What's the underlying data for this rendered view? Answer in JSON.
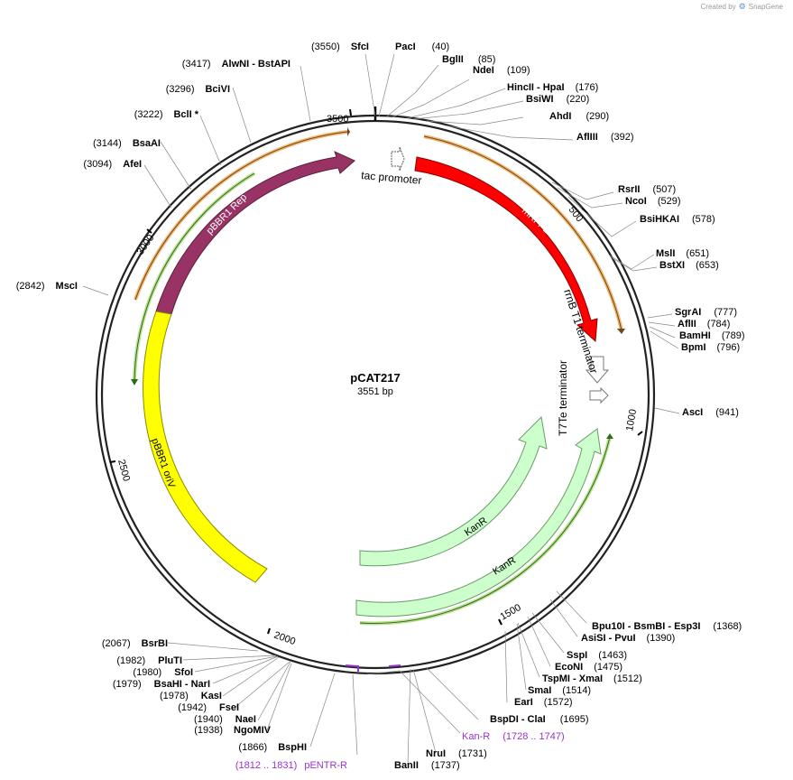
{
  "credit": {
    "prefix": "Created by",
    "brand": "SnapGene"
  },
  "plasmid": {
    "name": "pCAT217",
    "size": "3551 bp"
  },
  "ticks": [
    "500",
    "1000",
    "1500",
    "2000",
    "2500",
    "3000",
    "3500"
  ],
  "features": [
    {
      "name": "tac promoter",
      "color": "#ffffff",
      "type": "promoter"
    },
    {
      "name": "mRFP1",
      "color": "#ff0000",
      "type": "cds"
    },
    {
      "name": "rrnB T1 terminator",
      "color": "#ffffff",
      "type": "terminator"
    },
    {
      "name": "T7Te terminator",
      "color": "#ffffff",
      "type": "terminator"
    },
    {
      "name": "KanR",
      "color": "#ccffcc",
      "type": "cds"
    },
    {
      "name": "KanR",
      "color": "#ccffcc",
      "type": "cds"
    },
    {
      "name": "pBBR1 oriV",
      "color": "#ffff00",
      "type": "rep_origin"
    },
    {
      "name": "pBBR1 Rep",
      "color": "#993366",
      "type": "cds"
    }
  ],
  "sites": [
    {
      "name": "PacI",
      "pos": "(40)"
    },
    {
      "name": "BglII",
      "pos": "(85)"
    },
    {
      "name": "NdeI",
      "pos": "(109)"
    },
    {
      "name": "HincII - HpaI",
      "pos": "(176)"
    },
    {
      "name": "BsiWI",
      "pos": "(220)"
    },
    {
      "name": "AhdI",
      "pos": "(290)"
    },
    {
      "name": "AflIII",
      "pos": "(392)"
    },
    {
      "name": "RsrII",
      "pos": "(507)"
    },
    {
      "name": "NcoI",
      "pos": "(529)"
    },
    {
      "name": "BsiHKAI",
      "pos": "(578)"
    },
    {
      "name": "MslI",
      "pos": "(651)"
    },
    {
      "name": "BstXI",
      "pos": "(653)"
    },
    {
      "name": "SgrAI",
      "pos": "(777)"
    },
    {
      "name": "AflII",
      "pos": "(784)"
    },
    {
      "name": "BamHI",
      "pos": "(789)"
    },
    {
      "name": "BpmI",
      "pos": "(796)"
    },
    {
      "name": "AscI",
      "pos": "(941)"
    },
    {
      "name": "Bpu10I - BsmBI - Esp3I",
      "pos": "(1368)"
    },
    {
      "name": "AsiSI - PvuI",
      "pos": "(1390)"
    },
    {
      "name": "SspI",
      "pos": "(1463)"
    },
    {
      "name": "EcoNI",
      "pos": "(1475)"
    },
    {
      "name": "TspMI - XmaI",
      "pos": "(1512)"
    },
    {
      "name": "SmaI",
      "pos": "(1514)"
    },
    {
      "name": "EarI",
      "pos": "(1572)"
    },
    {
      "name": "BspDI - ClaI",
      "pos": "(1695)"
    },
    {
      "name": "NruI",
      "pos": "(1731)"
    },
    {
      "name": "BanII",
      "pos": "(1737)"
    },
    {
      "name": "BspHI",
      "pos": "(1866)"
    },
    {
      "name": "NgoMIV",
      "pos": "(1938)"
    },
    {
      "name": "NaeI",
      "pos": "(1940)"
    },
    {
      "name": "FseI",
      "pos": "(1942)"
    },
    {
      "name": "KasI",
      "pos": "(1978)"
    },
    {
      "name": "BsaHI - NarI",
      "pos": "(1979)"
    },
    {
      "name": "SfoI",
      "pos": "(1980)"
    },
    {
      "name": "PluTI",
      "pos": "(1982)"
    },
    {
      "name": "BsrBI",
      "pos": "(2067)"
    },
    {
      "name": "MscI",
      "pos": "(2842)"
    },
    {
      "name": "AfeI",
      "pos": "(3094)"
    },
    {
      "name": "BsaAI",
      "pos": "(3144)"
    },
    {
      "name": "BclI *",
      "pos": "(3222)"
    },
    {
      "name": "BciVI",
      "pos": "(3296)"
    },
    {
      "name": "AlwNI - BstAPI",
      "pos": "(3417)"
    },
    {
      "name": "SfcI",
      "pos": "(3550)"
    }
  ],
  "primers": [
    {
      "name": "Kan-R",
      "pos": "(1728 .. 1747)",
      "color": "#9933cc"
    },
    {
      "name": "pENTR-R",
      "pos": "(1812 .. 1831)",
      "color": "#9933cc"
    }
  ]
}
